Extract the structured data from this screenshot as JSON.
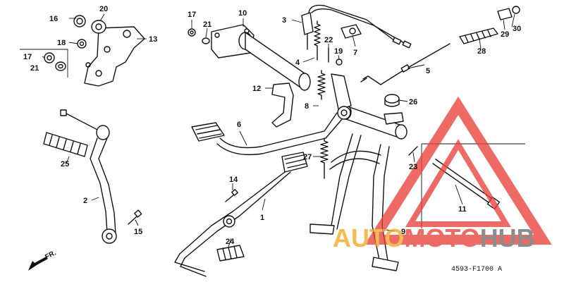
{
  "diagram": {
    "parts": [
      {
        "id": "p1",
        "label": "1"
      },
      {
        "id": "p2",
        "label": "2"
      },
      {
        "id": "p3",
        "label": "3"
      },
      {
        "id": "p4",
        "label": "4"
      },
      {
        "id": "p5",
        "label": "5"
      },
      {
        "id": "p6",
        "label": "6"
      },
      {
        "id": "p7",
        "label": "7"
      },
      {
        "id": "p8",
        "label": "8"
      },
      {
        "id": "p9",
        "label": "9"
      },
      {
        "id": "p10",
        "label": "10"
      },
      {
        "id": "p11",
        "label": "11"
      },
      {
        "id": "p12",
        "label": "12"
      },
      {
        "id": "p13",
        "label": "13"
      },
      {
        "id": "p14",
        "label": "14"
      },
      {
        "id": "p15",
        "label": "15"
      },
      {
        "id": "p16",
        "label": "16"
      },
      {
        "id": "p17a",
        "label": "17"
      },
      {
        "id": "p17b",
        "label": "17"
      },
      {
        "id": "p18",
        "label": "18"
      },
      {
        "id": "p19",
        "label": "19"
      },
      {
        "id": "p20",
        "label": "20"
      },
      {
        "id": "p21a",
        "label": "21"
      },
      {
        "id": "p21b",
        "label": "21"
      },
      {
        "id": "p22",
        "label": "22"
      },
      {
        "id": "p23",
        "label": "23"
      },
      {
        "id": "p24",
        "label": "24"
      },
      {
        "id": "p25",
        "label": "25"
      },
      {
        "id": "p26",
        "label": "26"
      },
      {
        "id": "p27",
        "label": "27"
      },
      {
        "id": "p28",
        "label": "28"
      },
      {
        "id": "p29",
        "label": "29"
      },
      {
        "id": "p30",
        "label": "30"
      }
    ],
    "direction_label": "FR.",
    "diagram_code": "4593-F1700 A"
  },
  "watermark": {
    "part1": "AUTO",
    "part2": "MOTO",
    "part3": "HUB",
    "color_orange": "#f5a623",
    "color_red": "#e8413a",
    "color_gray": "#6e6e6e"
  }
}
